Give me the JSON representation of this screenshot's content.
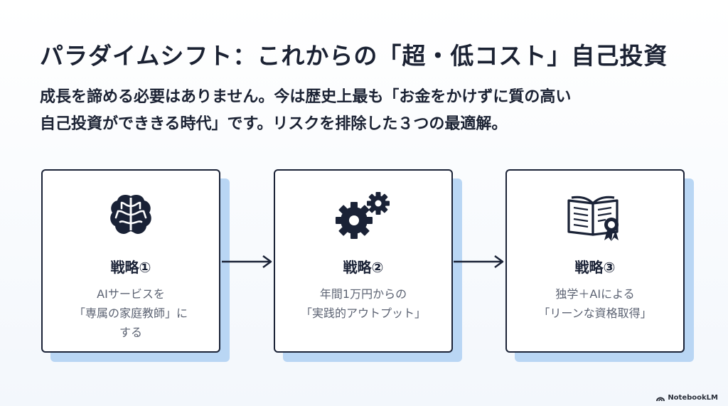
{
  "title": "パラダイムシフト：これからの「超・低コスト」自己投資",
  "subtitle": {
    "line1": "成長を諦める必要はありません。今は歴史上最も「お金をかけずに質の高い",
    "line2": "自己投資ができきる時代」です。リスクを排除した３つの最適解。"
  },
  "strategies": [
    {
      "icon": "brain-icon",
      "label": "戦略①",
      "desc": [
        "AIサービスを",
        "「専属の家庭教師」に",
        "する"
      ]
    },
    {
      "icon": "gears-icon",
      "label": "戦略②",
      "desc": [
        "年間1万円からの",
        "「実践的アウトプット」"
      ]
    },
    {
      "icon": "book-certificate-icon",
      "label": "戦略③",
      "desc": [
        "独学＋AIによる",
        "「リーンな資格取得」"
      ]
    }
  ],
  "badge": "NotebookLM",
  "colors": {
    "navy": "#1a2236",
    "shadow": "#b9d6f4",
    "desc": "#5b6272"
  }
}
